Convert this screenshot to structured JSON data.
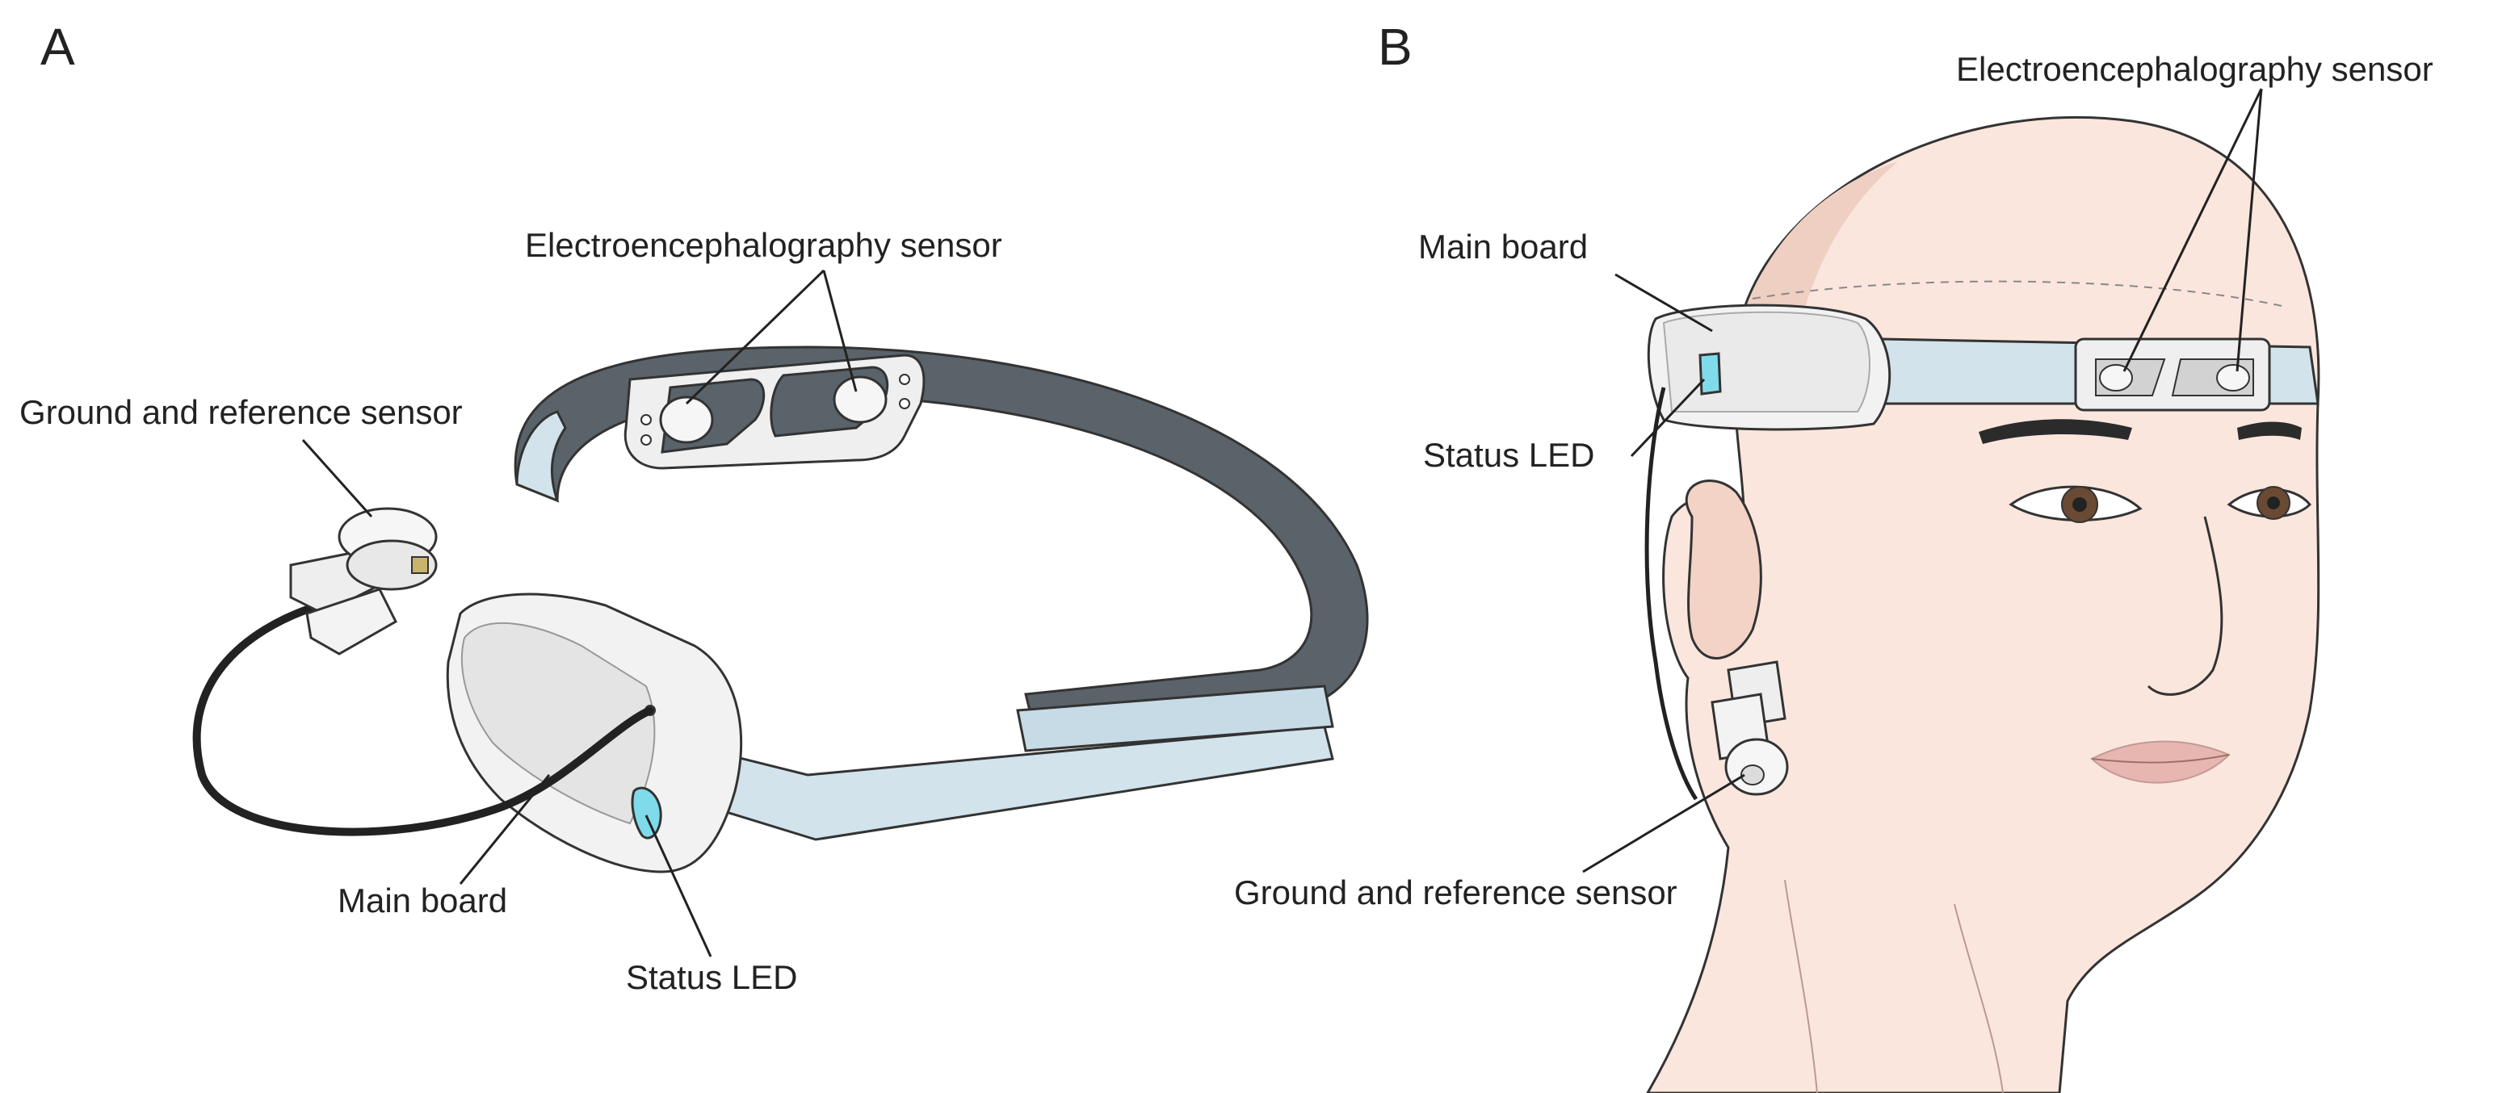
{
  "panel_a": {
    "letter": "A",
    "labels": {
      "eeg_sensor": "Electroencephalography sensor",
      "ground_reference": "Ground and reference sensor",
      "main_board": "Main board",
      "status_led": "Status LED"
    }
  },
  "panel_b": {
    "letter": "B",
    "labels": {
      "eeg_sensor": "Electroencephalography sensor",
      "main_board": "Main board",
      "status_led": "Status LED",
      "ground_reference": "Ground and reference sensor"
    }
  },
  "colors": {
    "band_outer": "#5b636a",
    "band_light": "#d2e3ec",
    "sensor_plate": "#efefef",
    "housing": "#f2f2f2",
    "led": "#7fdbea",
    "skin": "#fbe6dd",
    "skin_shadow": "#efcfc2",
    "outline": "#333333"
  }
}
